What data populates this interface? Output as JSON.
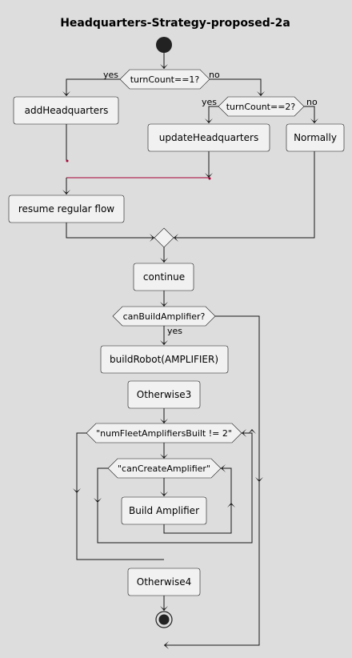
{
  "title": "Headquarters-Strategy-proposed-2a",
  "decisions": {
    "turn1": "turnCount==1?",
    "turn2": "turnCount==2?",
    "build_amp": "canBuildAmplifier?",
    "fleet_loop": "\"numFleetAmplifiersBuilt != 2\"",
    "create_loop": "\"canCreateAmplifier\""
  },
  "branch_labels": {
    "yes": "yes",
    "no": "no"
  },
  "actions": {
    "add_hq": "addHeadquarters",
    "update_hq": "updateHeadquarters",
    "normally": "Normally",
    "resume": "resume regular flow",
    "continue": "continue",
    "build_robot": "buildRobot(AMPLIFIER)",
    "otherwise3": "Otherwise3",
    "build_amplifier": "Build Amplifier",
    "otherwise4": "Otherwise4"
  },
  "colors": {
    "background": "#dddddd",
    "node_fill": "#f1f1f1",
    "stroke": "#181818",
    "join_bar": "#a80036"
  }
}
